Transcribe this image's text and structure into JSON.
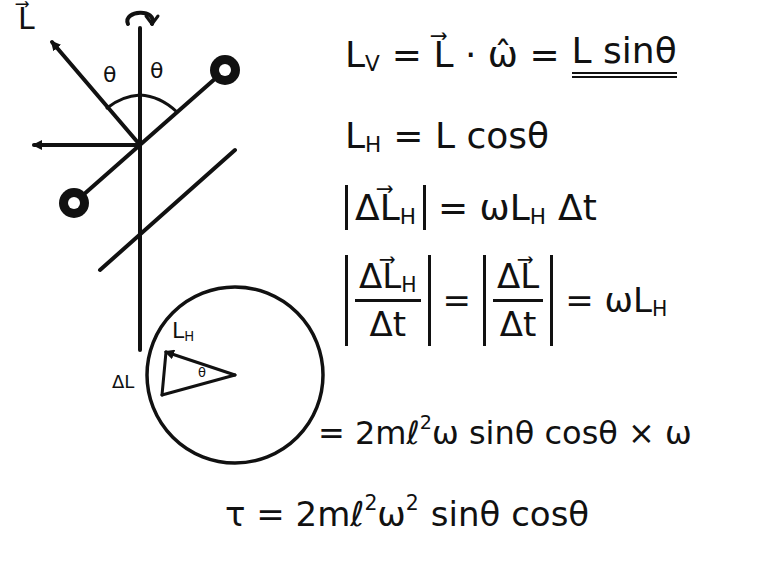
{
  "diagram": {
    "labels": [
      "L⃗",
      "θ",
      "θ",
      "L",
      "V",
      "= L⃗ · ω̂ =",
      "L sinθ",
      "L",
      "H",
      "= L cosθ",
      "ΔL⃗",
      "H",
      "= ωL",
      "H",
      "Δt",
      "ΔL⃗",
      "H",
      "Δt",
      "=",
      "ΔL⃗",
      "Δt",
      "= ωL",
      "H",
      "= 2mℓ",
      "2",
      "ω sinθ cosθ × ω",
      "τ = 2mℓ",
      "2",
      "ω",
      "2",
      "sinθ cosθ",
      "L",
      "H",
      "ΔL",
      "θ"
    ]
  }
}
